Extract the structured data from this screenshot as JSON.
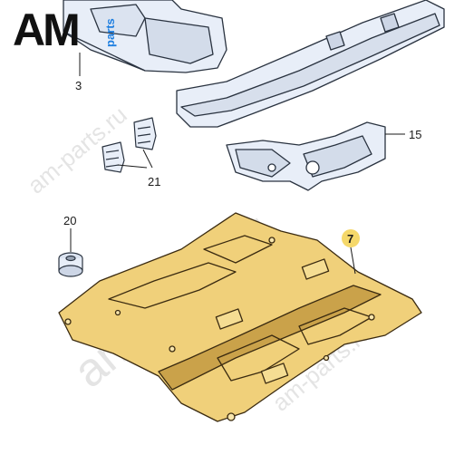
{
  "logo": {
    "letters": "AM",
    "suffix": "parts",
    "colors": {
      "black": "#111111",
      "blue": "#1f7fe0"
    }
  },
  "watermark": {
    "text": "am-parts.ru"
  },
  "callouts": {
    "frame_rail": "3",
    "clips": "21",
    "crossmember": "15",
    "bushing": "20",
    "floor_pan": "7"
  },
  "colors": {
    "part_fill": "#e8eef8",
    "part_stroke": "#2a3340",
    "floor_fill": "#f0d07a",
    "floor_dark": "#caa24a",
    "highlight_circle": "#f5d86a"
  }
}
